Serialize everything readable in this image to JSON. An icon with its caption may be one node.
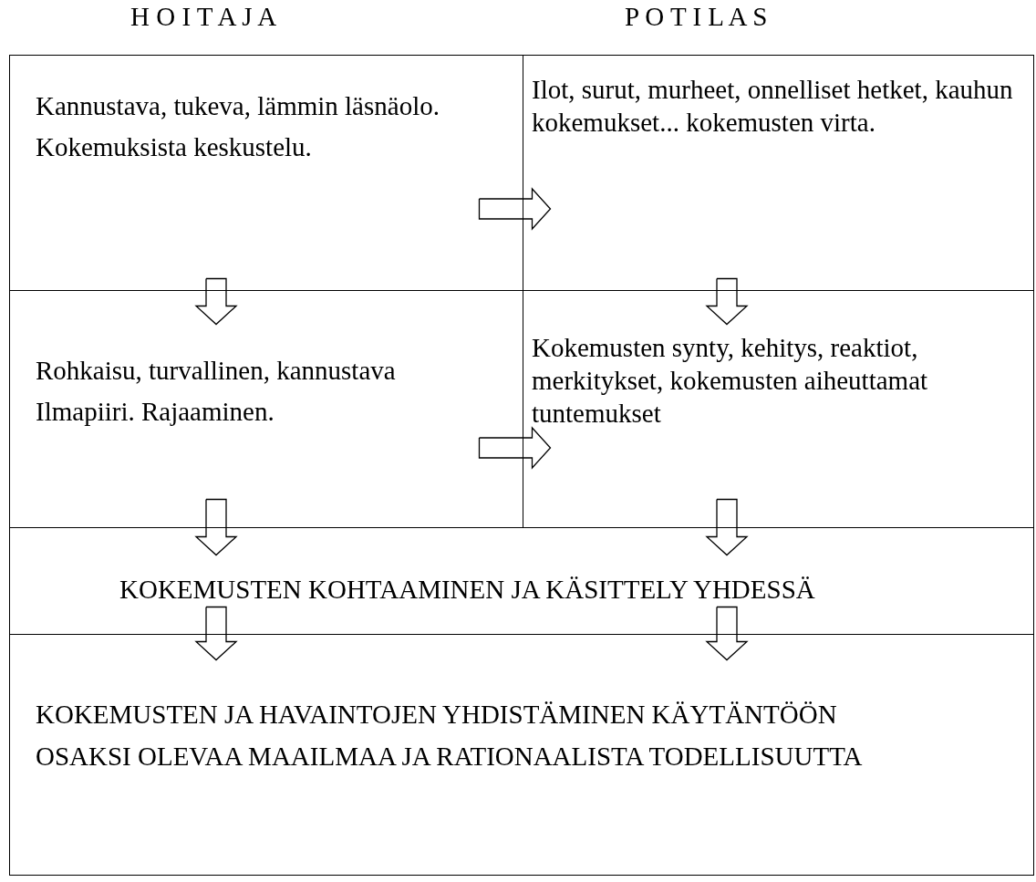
{
  "diagram": {
    "nodes": [
      {
        "text": [
          "Kannustava, tukeva, lämmin läsnäolo.",
          "Kokemuksista keskustelu."
        ]
      },
      {
        "text": [
          "Ilot, surut, murheet, onnelliset hetket, kauhun kokemukset... kokemusten virta."
        ]
      },
      {
        "text": [
          "Rohkaisu, turvallinen, kannustava",
          "Ilmapiiri. Rajaaminen."
        ]
      },
      {
        "text": [
          "Kokemusten synty, kehitys, reaktiot, merkitykset, kokemusten aiheuttamat tuntemukset"
        ]
      },
      {
        "text": [
          "KOKEMUSTEN KOHTAAMINEN JA KÄSITTELY YHDESSÄ"
        ]
      },
      {
        "text": [
          "KOKEMUSTEN JA HAVAINTOJEN YHDISTÄMINEN KÄYTÄNTÖÖN",
          "OSAKSI OLEVAA MAAILMAA JA RATIONAALISTA TODELLISUUTTA"
        ]
      }
    ],
    "edges": [
      {
        "from": 0,
        "to": 1,
        "arrow": "to"
      },
      {
        "from": 0,
        "to": 2,
        "arrow": "to"
      },
      {
        "from": 1,
        "to": 3,
        "arrow": "to"
      },
      {
        "from": 2,
        "to": 3,
        "arrow": "to"
      },
      {
        "from": 2,
        "to": 4,
        "arrow": "to"
      },
      {
        "from": 3,
        "to": 4,
        "arrow": "to"
      },
      {
        "from": 4,
        "to": 5,
        "arrow": "to"
      },
      {
        "from": 4,
        "to": 5,
        "arrow": "to"
      }
    ],
    "labels": [
      "H O I T A J A",
      "P O T I L A S"
    ]
  }
}
